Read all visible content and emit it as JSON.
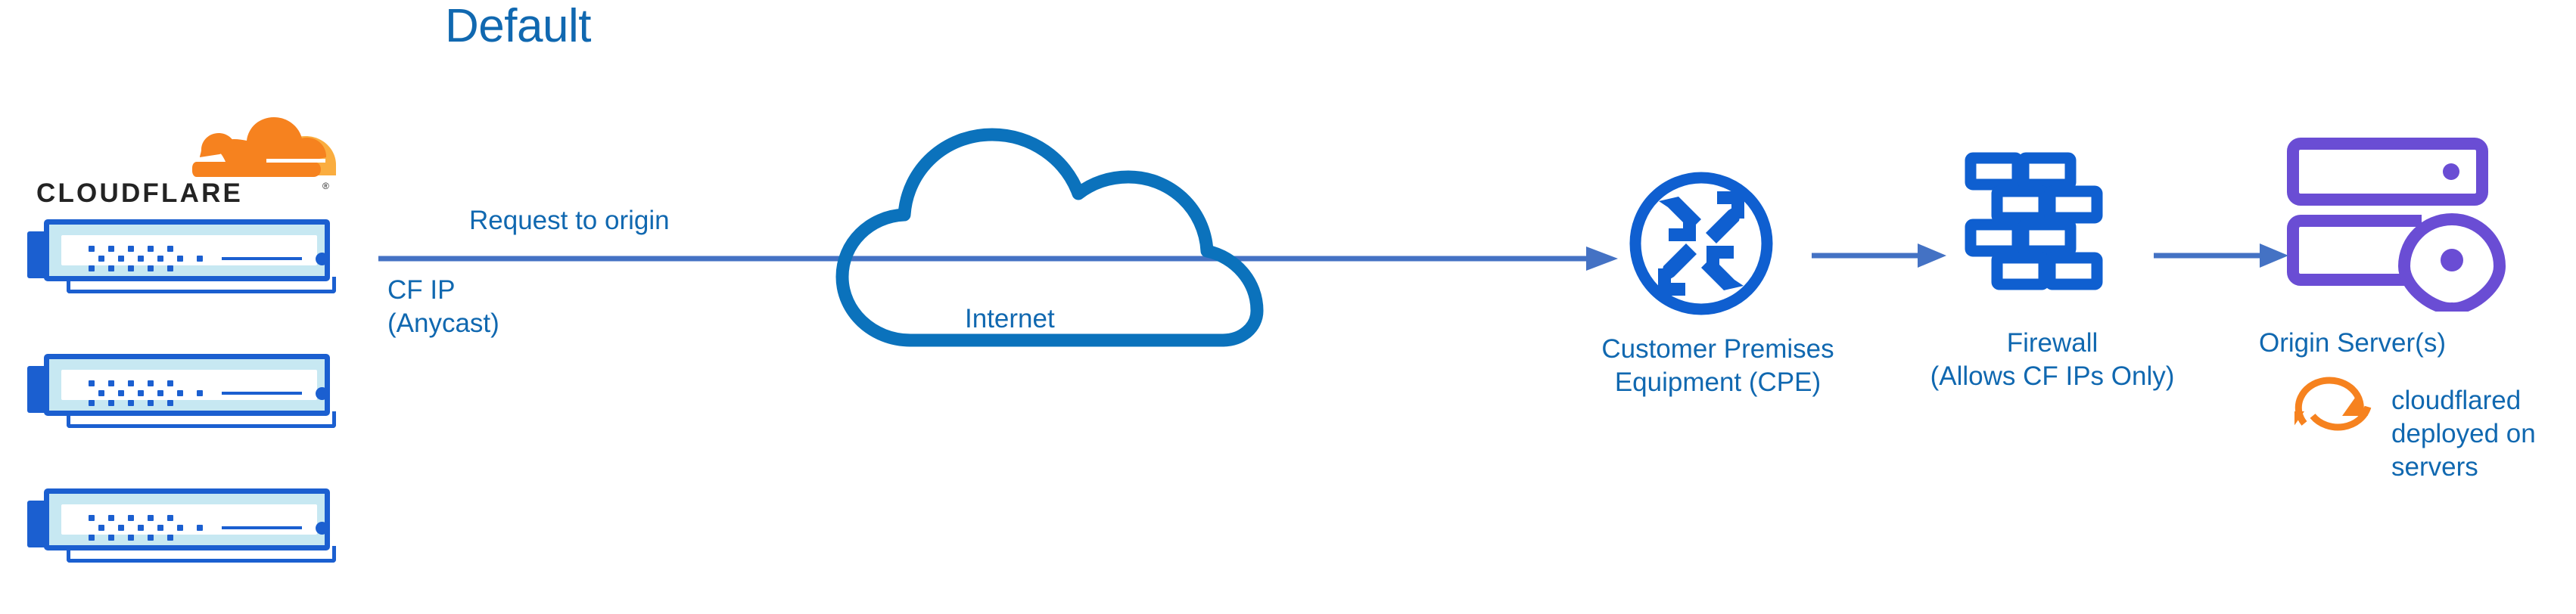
{
  "diagram": {
    "title": "Default",
    "accent_blue": "#1068b0",
    "icon_blue": "#1b5fd0",
    "cloud_blue": "#0b72bc",
    "arrow_blue": "#4472c4",
    "origin_purple": "#6a4dd4",
    "cloudflare_orange": "#f6821f",
    "cloudflare_orange_light": "#faad3f"
  },
  "cloudflare": {
    "wordmark": "CLOUDFLARE",
    "registered_mark": "®",
    "logo_name": "cloudflare-logo"
  },
  "servers": {
    "count": 3,
    "units": [
      {
        "name": "cloudflare-edge-server-1"
      },
      {
        "name": "cloudflare-edge-server-2"
      },
      {
        "name": "cloudflare-edge-server-3"
      }
    ]
  },
  "labels": {
    "request_to_origin": "Request to origin",
    "cf_ip": "CF IP\n(Anycast)",
    "internet": "Internet",
    "cpe": "Customer Premises\nEquipment (CPE)",
    "firewall": "Firewall\n(Allows CF IPs Only)",
    "origin_server": "Origin Server(s)",
    "cloudflared": "cloudflared\ndeployed on\nservers"
  },
  "nodes": [
    {
      "id": "cloudflare-edge",
      "label": "CLOUDFLARE",
      "icon": "cloudflare-logo"
    },
    {
      "id": "internet",
      "label": "Internet",
      "icon": "cloud-icon"
    },
    {
      "id": "cpe",
      "label": "Customer Premises Equipment (CPE)",
      "icon": "router-icon"
    },
    {
      "id": "firewall",
      "label": "Firewall (Allows CF IPs Only)",
      "icon": "brick-wall-icon"
    },
    {
      "id": "origin",
      "label": "Origin Server(s)",
      "icon": "server-pin-icon"
    }
  ],
  "connections": [
    {
      "from": "cloudflare-edge",
      "to": "cpe",
      "label": "Request to origin",
      "sublabel": "CF IP (Anycast)"
    },
    {
      "from": "cpe",
      "to": "firewall",
      "label": ""
    },
    {
      "from": "firewall",
      "to": "origin",
      "label": ""
    }
  ]
}
